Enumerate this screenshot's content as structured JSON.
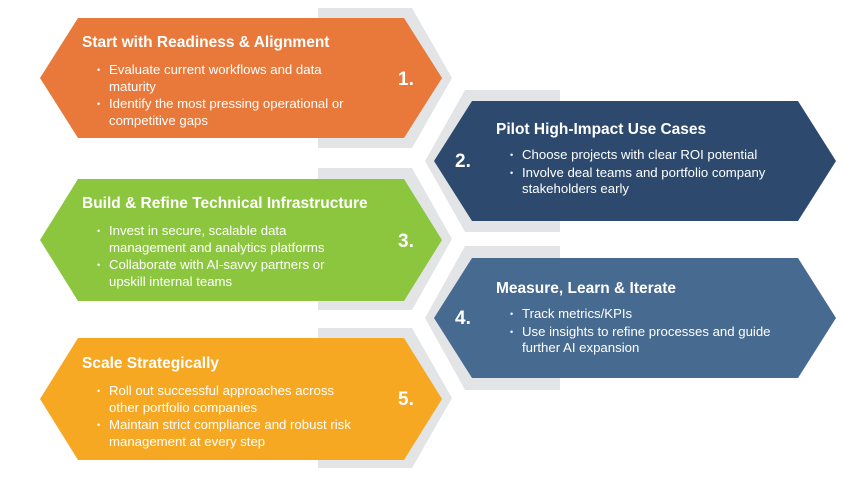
{
  "colors": {
    "step1": "#E8793A",
    "step2": "#2D4A6E",
    "step3": "#8CC63F",
    "step4": "#476A91",
    "step5": "#F7A823",
    "backdrop": "#E3E4E6"
  },
  "steps": [
    {
      "number": "1.",
      "title": "Start with Readiness & Alignment",
      "bullets": [
        "Evaluate current workflows and data maturity",
        "Identify the most pressing operational or competitive gaps"
      ]
    },
    {
      "number": "2.",
      "title": "Pilot High-Impact Use Cases",
      "bullets": [
        "Choose projects with clear ROI potential",
        "Involve deal teams and portfolio company stakeholders early"
      ]
    },
    {
      "number": "3.",
      "title": "Build & Refine Technical Infrastructure",
      "bullets": [
        "Invest in secure, scalable data management and analytics platforms",
        "Collaborate with AI-savvy partners or upskill internal teams"
      ]
    },
    {
      "number": "4.",
      "title": "Measure, Learn & Iterate",
      "bullets": [
        "Track metrics/KPIs",
        "Use insights to refine processes and guide further AI expansion"
      ]
    },
    {
      "number": "5.",
      "title": "Scale Strategically",
      "bullets": [
        "Roll out successful approaches across other portfolio companies",
        "Maintain strict compliance and robust risk management at every step"
      ]
    }
  ]
}
